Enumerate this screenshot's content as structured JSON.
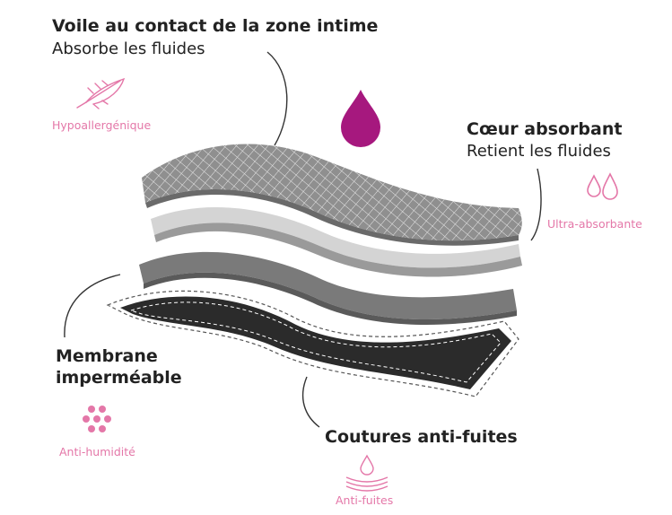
{
  "colors": {
    "accent_pink": "#e477a8",
    "drop_purple": "#a6187e",
    "text_dark": "#222222",
    "mesh_layer": "#8f8f8f",
    "core_layer": "#d4d4d4",
    "membrane_layer": "#7a7a7a",
    "seam_layer": "#2b2b2b"
  },
  "layers": {
    "veil": {
      "title": "Voile au contact de la zone intime",
      "subtitle": "Absorbe les fluides",
      "badge": "Hypoallergénique",
      "icon": "feather-icon"
    },
    "core": {
      "title": "Cœur absorbant",
      "subtitle": "Retient les fluides",
      "badge": "Ultra-absorbante",
      "icon": "drops-icon"
    },
    "membrane": {
      "title_line1": "Membrane",
      "title_line2": "imperméable",
      "badge": "Anti-humidité",
      "icon": "dots-icon"
    },
    "seams": {
      "title": "Coutures anti-fuites",
      "badge": "Anti-fuites",
      "icon": "drop-waves-icon"
    }
  }
}
